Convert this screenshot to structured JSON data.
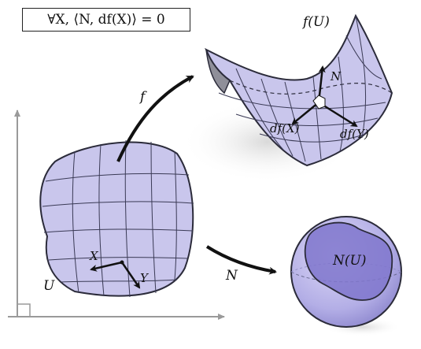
{
  "formula": "∀X, ⟨N, df(X)⟩ = 0",
  "labels": {
    "domain": "U",
    "image": "f(U)",
    "gauss_image": "N(U)",
    "map_f": "f",
    "map_N": "N",
    "vector_X": "X",
    "vector_Y": "Y",
    "normal": "N",
    "df_X": "df(X)",
    "df_Y": "df(Y)"
  },
  "colors": {
    "surface_fill": "#c9c6ec",
    "surface_dark": "#9b98cc",
    "outline": "#2b2b3a",
    "grid_line": "#3a3a55",
    "axis": "#9a9a9a",
    "shadow": "#e6e6e6",
    "sphere_fill": "#b3aee6",
    "region_fill": "#7f76cc"
  }
}
